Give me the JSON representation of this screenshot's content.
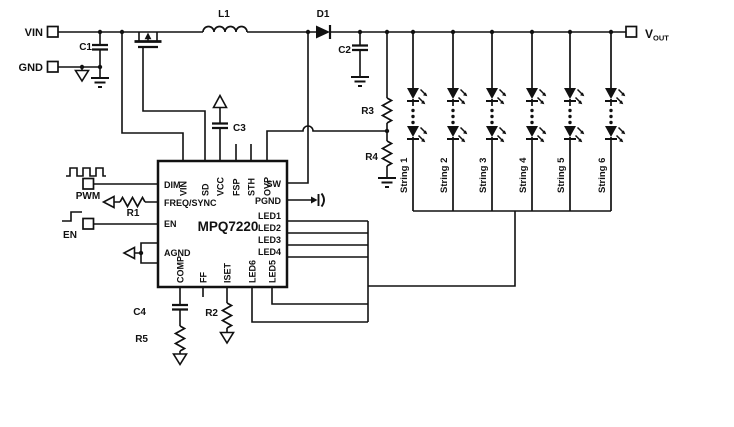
{
  "terminals": {
    "vin": "VIN",
    "gnd": "GND",
    "vout_main": "V",
    "vout_sub": "OUT",
    "pwm": "PWM",
    "en": "EN"
  },
  "components": {
    "l1": "L1",
    "d1": "D1",
    "c1": "C1",
    "c2": "C2",
    "c3": "C3",
    "c4": "C4",
    "r1": "R1",
    "r2": "R2",
    "r3": "R3",
    "r4": "R4",
    "r5": "R5"
  },
  "ic": {
    "name": "MPQ7220",
    "pins_top": [
      "VIN",
      "SD",
      "VCC",
      "FSP",
      "STH",
      "OVP"
    ],
    "pins_left": [
      "DIM",
      "FREQ/SYNC",
      "EN",
      "AGND"
    ],
    "pins_right": [
      "SW",
      "PGND",
      "LED1",
      "LED2",
      "LED3",
      "LED4"
    ],
    "pins_bottom": [
      "COMP",
      "FF",
      "ISET",
      "LED6",
      "LED5"
    ]
  },
  "strings": {
    "labels": [
      "String 1",
      "String 2",
      "String 3",
      "String 4",
      "String 5",
      "String 6"
    ]
  },
  "colors": {
    "line": "#111111",
    "background": "#ffffff"
  }
}
